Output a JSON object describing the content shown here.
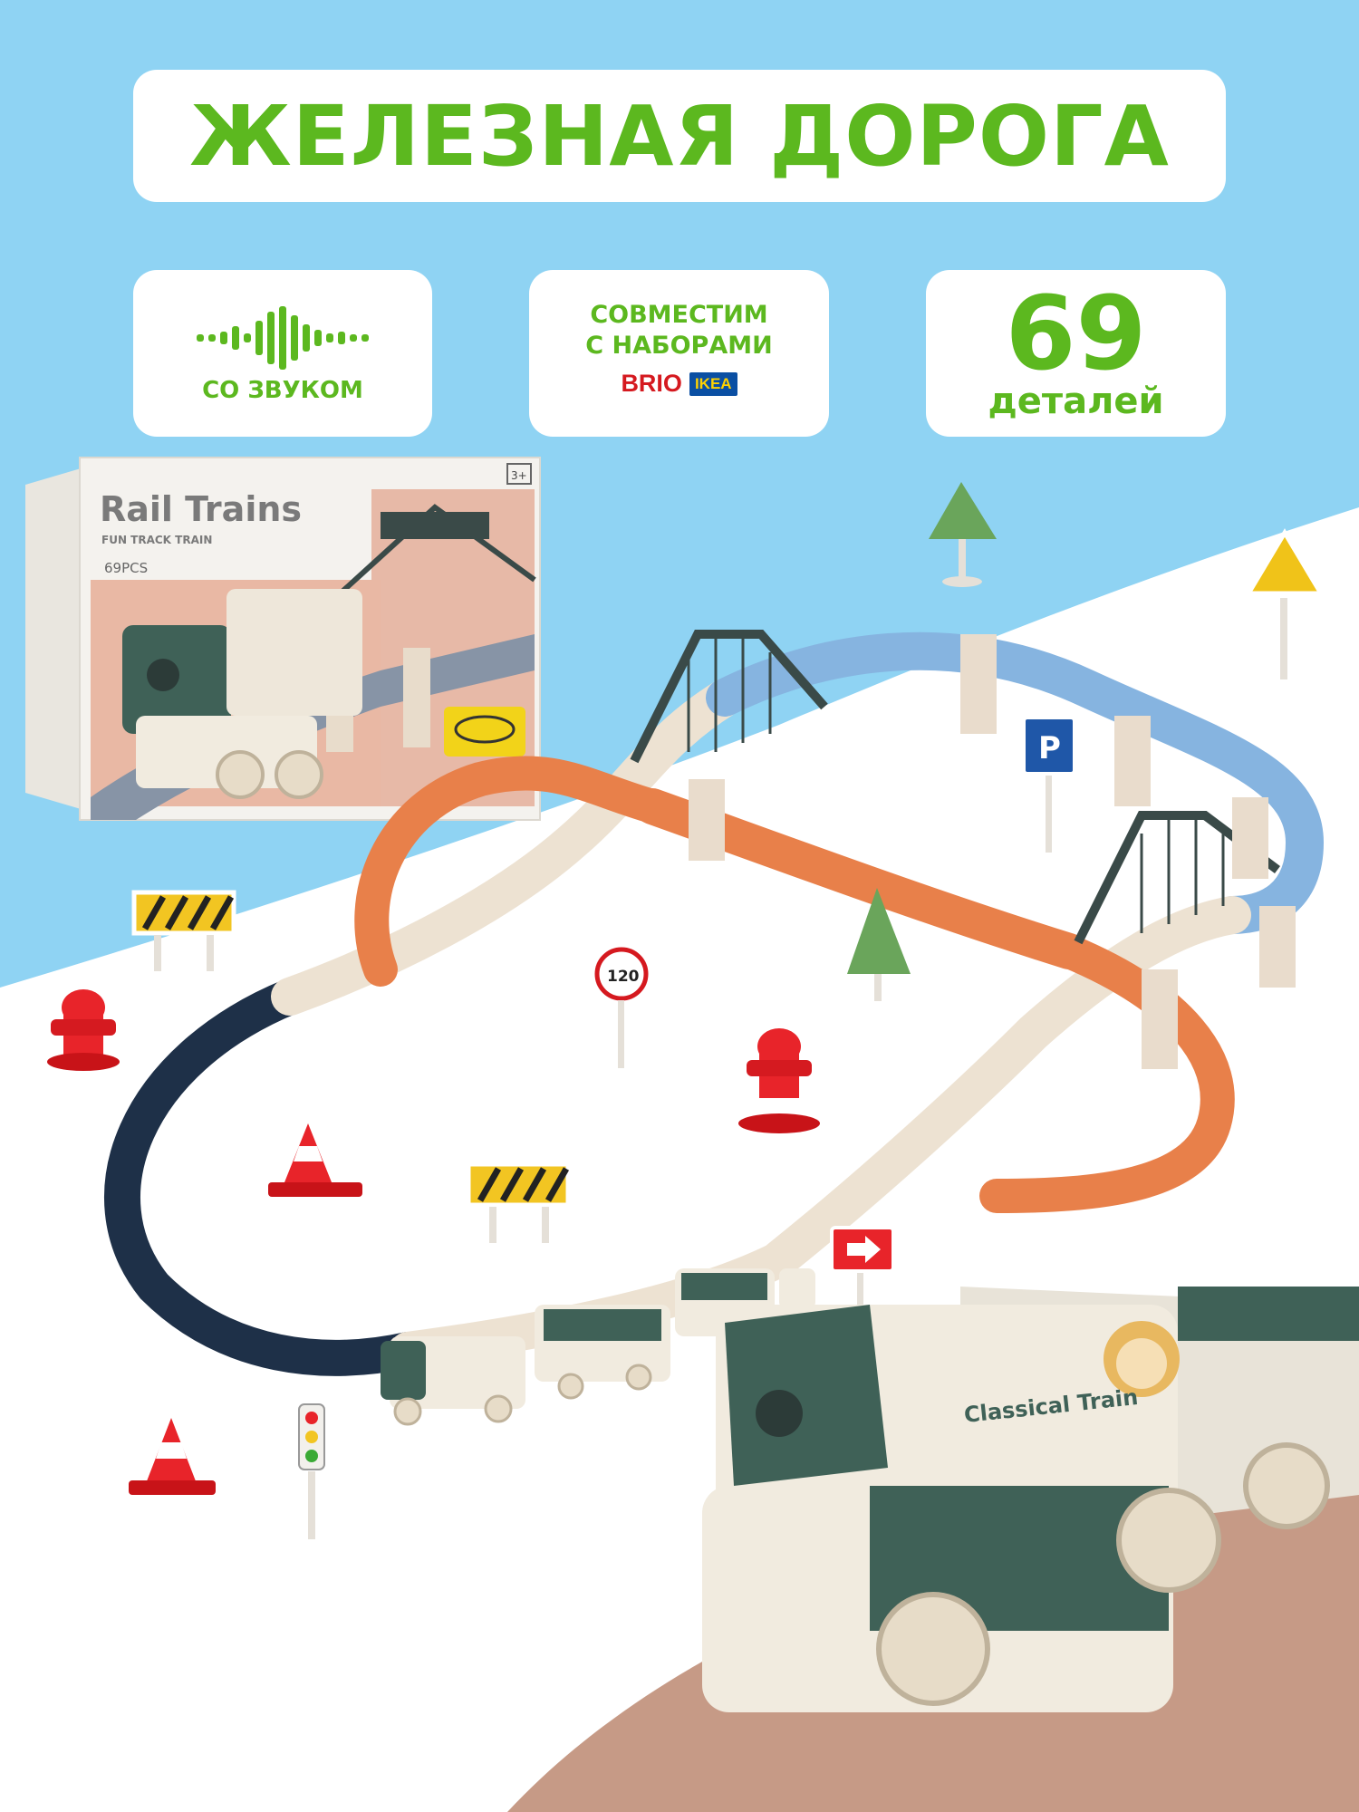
{
  "title": "ЖЕЛЕЗНАЯ ДОРОГА",
  "features": {
    "sound_label": "СО ЗВУКОМ",
    "compat_line1": "СОВМЕСТИМ",
    "compat_line2": "С НАБОРАМИ",
    "brand_brio": "BRIO",
    "brand_ikea": "IKEA",
    "count_number": "69",
    "count_label": "деталей"
  },
  "box": {
    "brand": "Rail Trains",
    "subtitle": "FUN TRACK TRAIN",
    "pieces": "69PCS",
    "age": "3+"
  },
  "signs": {
    "speed": "120",
    "parking": "P"
  },
  "train_label": "Classical Train",
  "colors": {
    "sky": "#8fd3f3",
    "accent_green": "#5cb81f",
    "track_navy": "#1e3048",
    "track_orange": "#e8804a",
    "track_blue": "#86b4e0",
    "track_cream": "#ede2d2",
    "train_green": "#3f6157"
  }
}
